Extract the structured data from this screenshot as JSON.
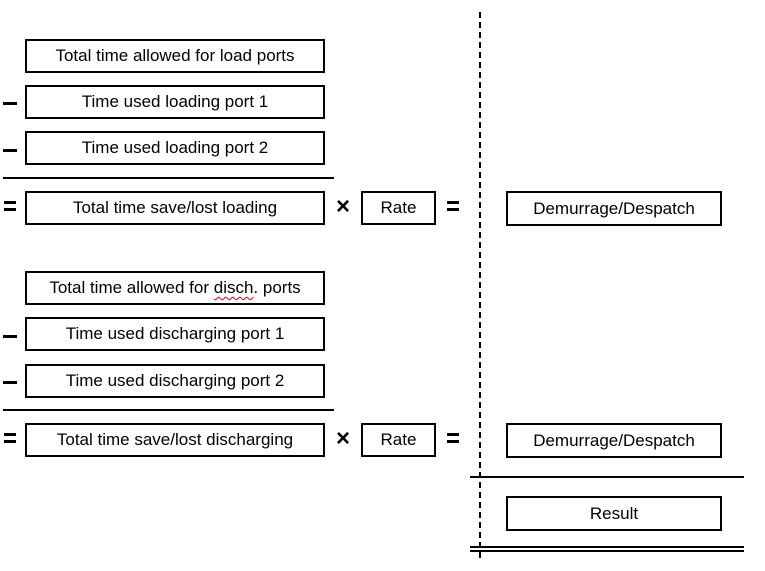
{
  "loading": {
    "allowed": "Total time allowed for load ports",
    "port1": "Time used loading port 1",
    "port2": "Time used loading port 2",
    "total": "Total time save/lost loading",
    "rate": "Rate",
    "result": "Demurrage/Despatch"
  },
  "discharging": {
    "allowed_prefix": "Total time allowed for ",
    "allowed_word": "disch",
    "allowed_suffix": ". ports",
    "port1": "Time used discharging port 1",
    "port2": "Time used discharging port 2",
    "total": "Total time save/lost discharging",
    "rate": "Rate",
    "result": "Demurrage/Despatch"
  },
  "final": {
    "result": "Result"
  },
  "symbols": {
    "multiply": "×"
  }
}
